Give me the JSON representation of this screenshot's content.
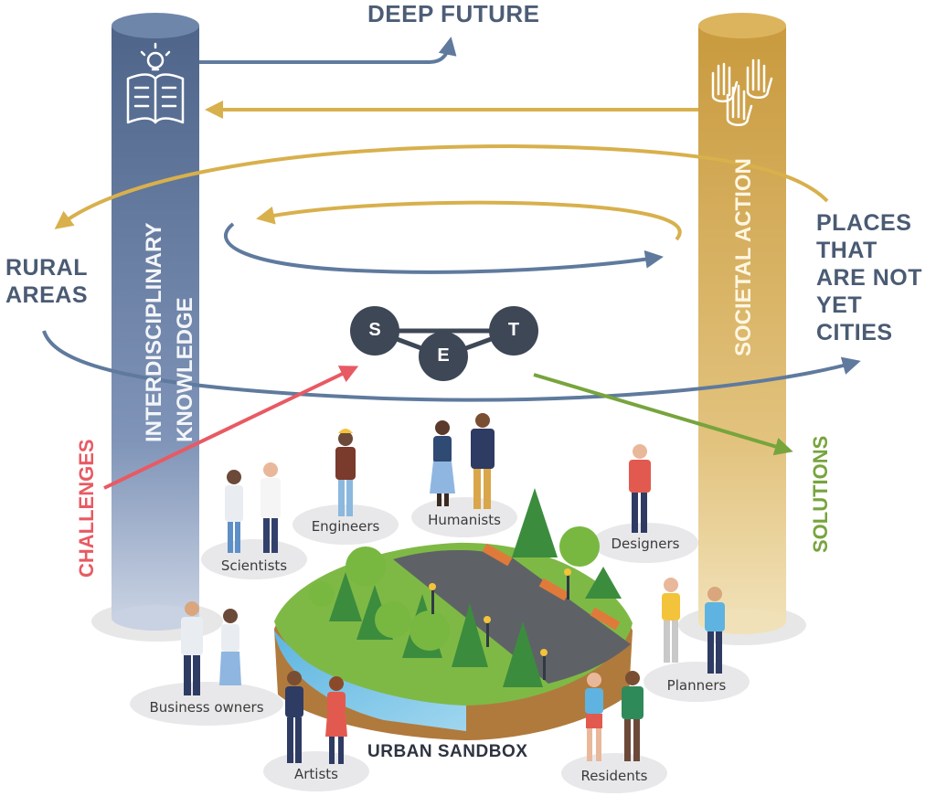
{
  "labels": {
    "deep_future": "DEEP FUTURE",
    "rural_areas": "RURAL\nAREAS",
    "places": "PLACES\nTHAT\nARE NOT\nYET\nCITIES",
    "knowledge": "INTERDISCIPLINARY\nKNOWLEDGE",
    "societal_action": "SOCIETAL ACTION",
    "challenges": "CHALLENGES",
    "solutions": "SOLUTIONS",
    "urban_sandbox": "URBAN SANDBOX"
  },
  "set_nodes": [
    "S",
    "E",
    "T"
  ],
  "groups": [
    {
      "key": "scientists",
      "label": "Scientists"
    },
    {
      "key": "engineers",
      "label": "Engineers"
    },
    {
      "key": "humanists",
      "label": "Humanists"
    },
    {
      "key": "designers",
      "label": "Designers"
    },
    {
      "key": "business",
      "label": "Business owners"
    },
    {
      "key": "artists",
      "label": "Artists"
    },
    {
      "key": "planners",
      "label": "Planners"
    },
    {
      "key": "residents",
      "label": "Residents"
    }
  ],
  "colors": {
    "knowledge_pillar": "#5a7297",
    "action_pillar": "#d0a650",
    "blue_arrow": "#5f7a9d",
    "gold_arrow": "#d8b04c",
    "challenges": "#e85a63",
    "solutions": "#77a43d",
    "node": "#3e4756"
  }
}
